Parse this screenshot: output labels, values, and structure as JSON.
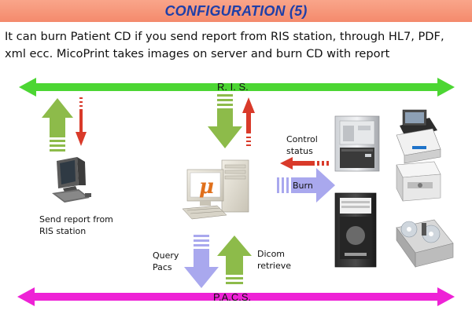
{
  "title": "CONFIGURATION (5)",
  "intro": "It can burn Patient CD if you send report from RIS station, through HL7, PDF, xml ecc. MicoPrint takes  images on server and burn CD with report",
  "ris_label": "R. I. S.",
  "pacs_label": "P.A.C.S.",
  "ris_station_label_1": "Send report from",
  "ris_station_label_2": "RIS station",
  "control_label_1": "Control",
  "control_label_2": "status",
  "burn_label": "Burn",
  "query_label_1": "Query",
  "query_label_2": "Pacs",
  "dicom_label_1": "Dicom",
  "dicom_label_2": "retrieve",
  "server_logo": "μ",
  "colors": {
    "ris_bus": "#4cd633",
    "pacs_bus": "#ee22d6",
    "green_arrow": "#8dbb4a",
    "red_arrow": "#d93a2a",
    "blue_arrow": "#a9a8ee",
    "title_bg": "#f59a7c",
    "title_text": "#1f3fa8"
  }
}
